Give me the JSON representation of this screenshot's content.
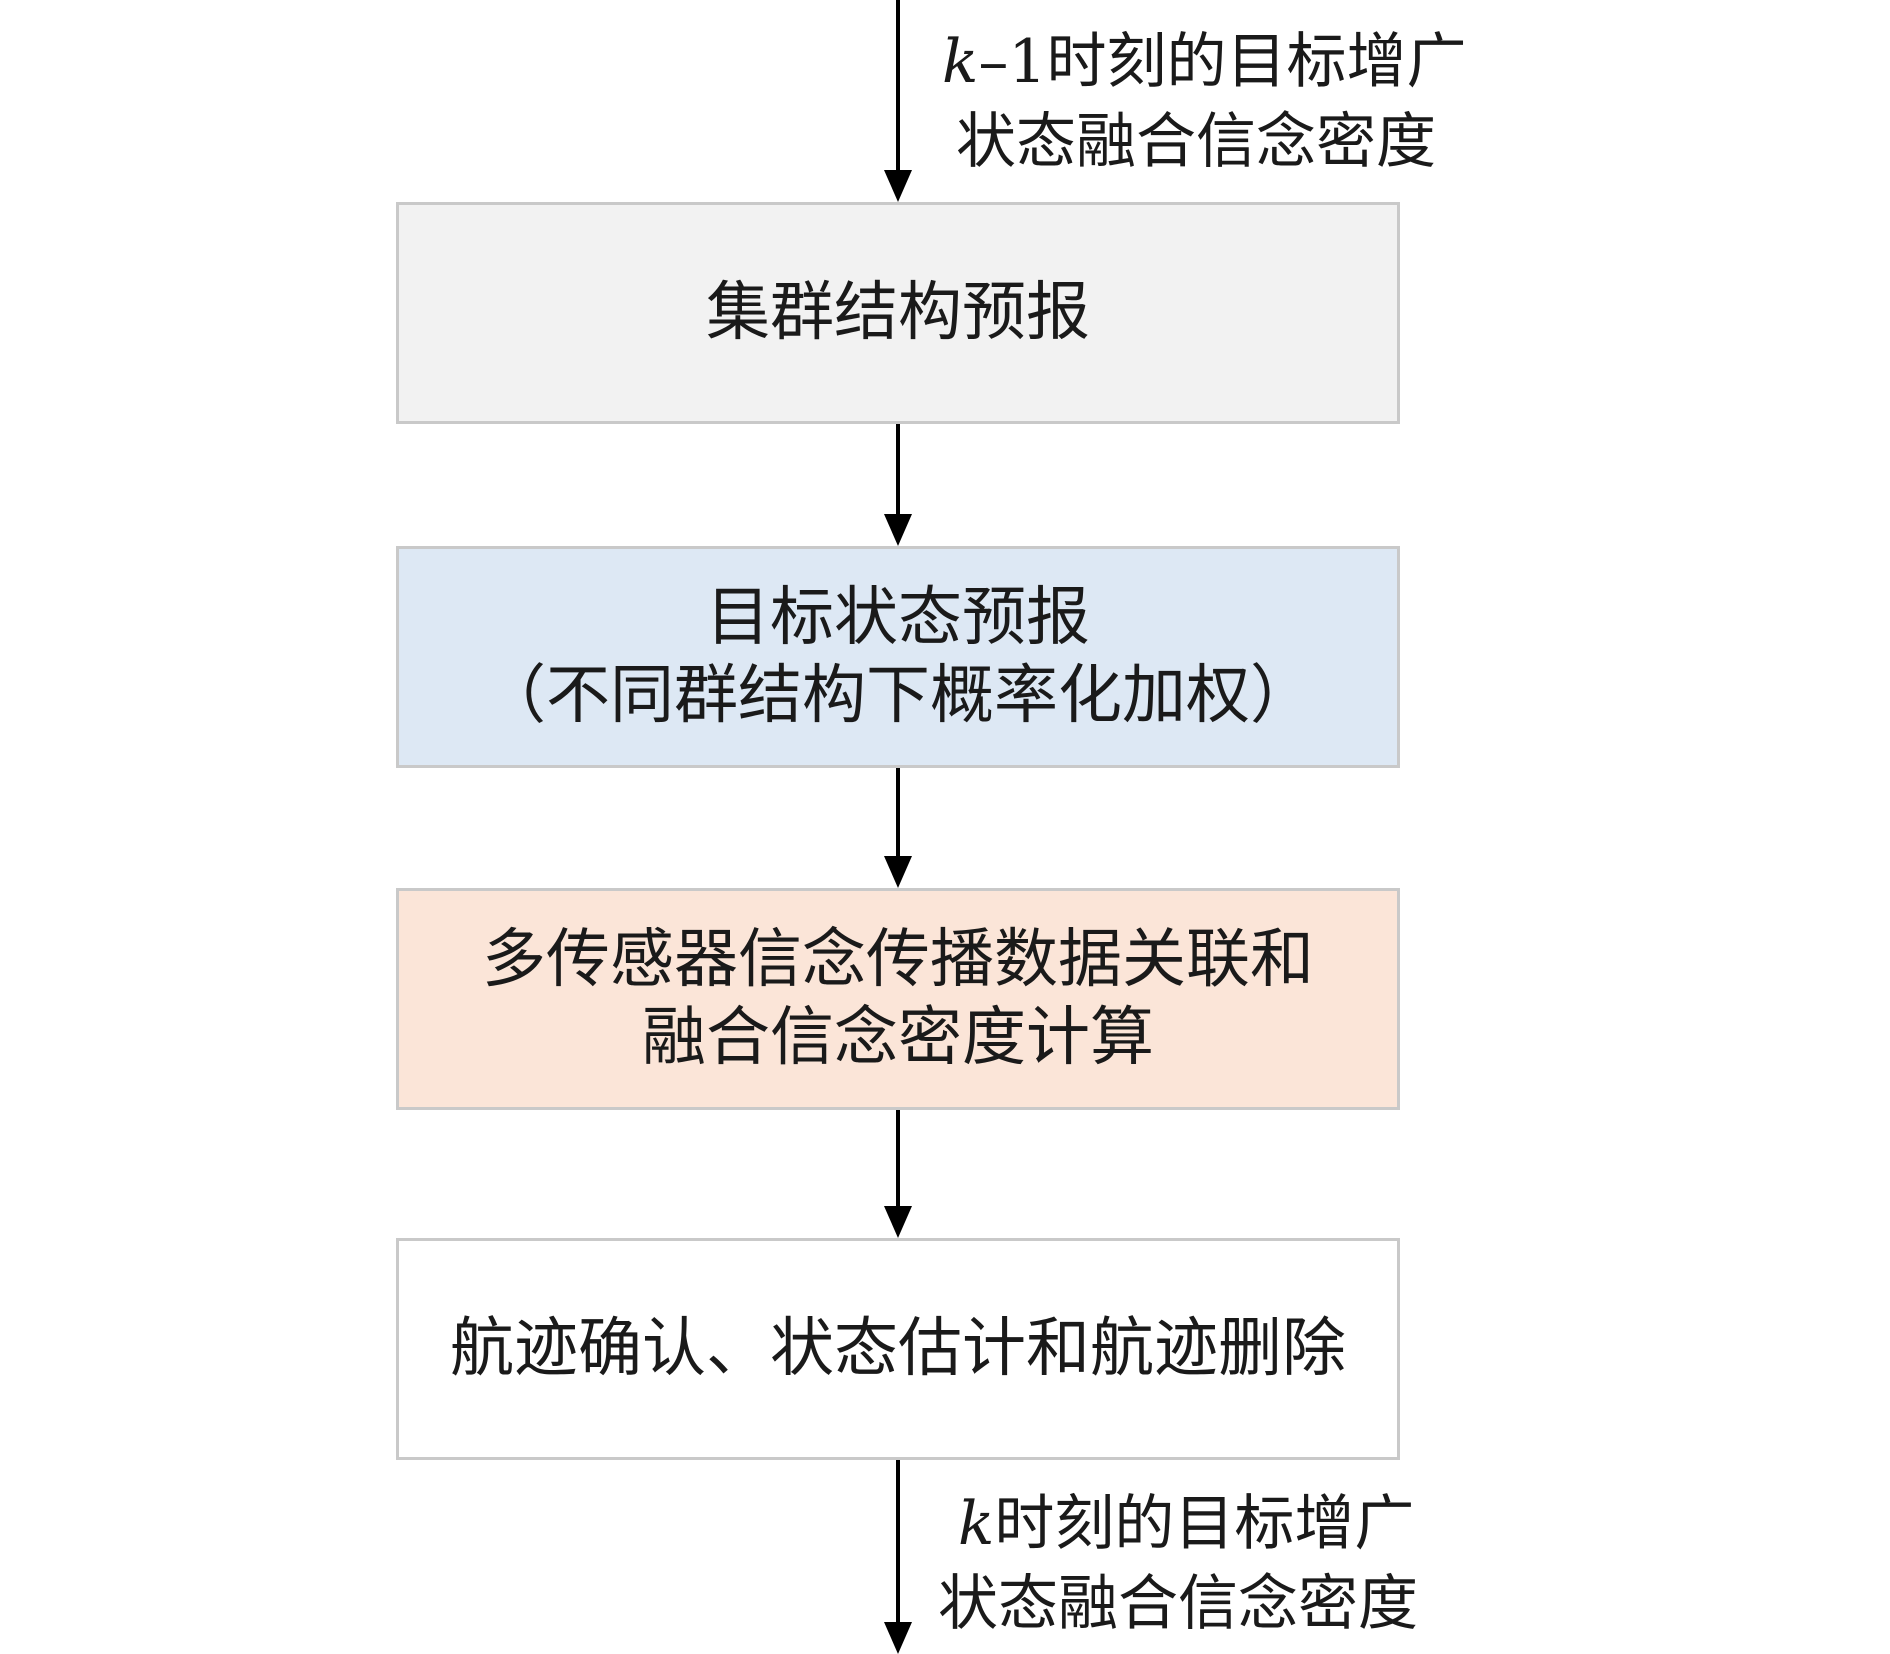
{
  "input_note": {
    "var": "k",
    "line1_rest": "–1时刻的目标增广",
    "line2": "状态融合信念密度"
  },
  "boxes": [
    {
      "lines": [
        "集群结构预报"
      ],
      "fill": "#f2f2f2"
    },
    {
      "lines": [
        "目标状态预报",
        "（不同群结构下概率化加权）"
      ],
      "fill": "#dde8f4"
    },
    {
      "lines": [
        "多传感器信念传播数据关联和",
        "融合信念密度计算"
      ],
      "fill": "#fbe5d8"
    },
    {
      "lines": [
        "航迹确认、状态估计和航迹删除"
      ],
      "fill": "#ffffff"
    }
  ],
  "output_note": {
    "var": "k",
    "line1_rest": "时刻的目标增广",
    "line2": "状态融合信念密度"
  },
  "colors": {
    "arrow": "#000000",
    "box_border": "#c9c9c9"
  }
}
